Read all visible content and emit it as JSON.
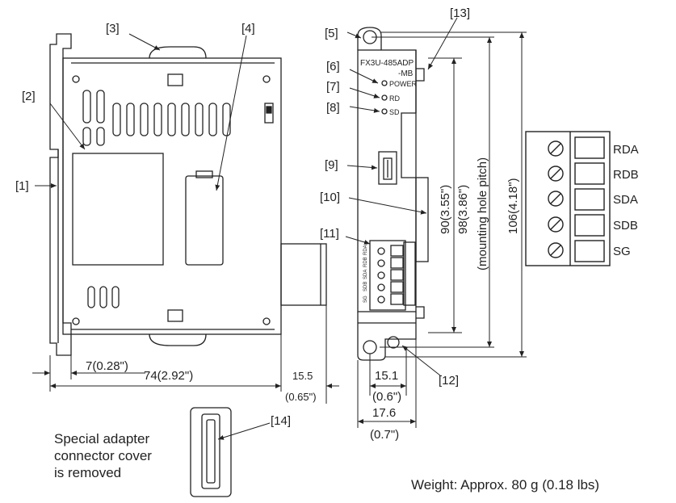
{
  "callouts": {
    "c1": "[1]",
    "c2": "[2]",
    "c3": "[3]",
    "c4": "[4]",
    "c5": "[5]",
    "c6": "[6]",
    "c7": "[7]",
    "c8": "[8]",
    "c9": "[9]",
    "c10": "[10]",
    "c11": "[11]",
    "c12": "[12]",
    "c13": "[13]",
    "c14": "[14]"
  },
  "dimensions": {
    "offset_7": "7(0.28\")",
    "width_74": "74(2.92\")",
    "width_15_5": "15.5",
    "width_15_5_in": "(0.65\")",
    "width_15_1": "15.1",
    "width_15_1_in": "(0.6\")",
    "width_17_6": "17.6",
    "width_17_6_in": "(0.7\")",
    "height_90": "90(3.55\")",
    "height_98": "98(3.86\")",
    "height_98_note": "(mounting hole pitch)",
    "height_106": "106(4.18\")"
  },
  "front_panel": {
    "model_line1": "FX3U-485ADP",
    "model_line2": "-MB",
    "led_power": "POWER",
    "led_rd": "RD",
    "led_sd": "SD",
    "connector_pins": [
      "RDA",
      "RDB",
      "SDA",
      "SDB",
      "SG"
    ]
  },
  "terminal_block": {
    "labels": [
      "RDA",
      "RDB",
      "SDA",
      "SDB",
      "SG"
    ]
  },
  "notes": {
    "cover_line1": "Special adapter",
    "cover_line2": "connector cover",
    "cover_line3": "is removed",
    "weight": "Weight: Approx. 80 g (0.18 lbs)"
  },
  "colors": {
    "stroke": "#222222",
    "background": "#ffffff"
  }
}
